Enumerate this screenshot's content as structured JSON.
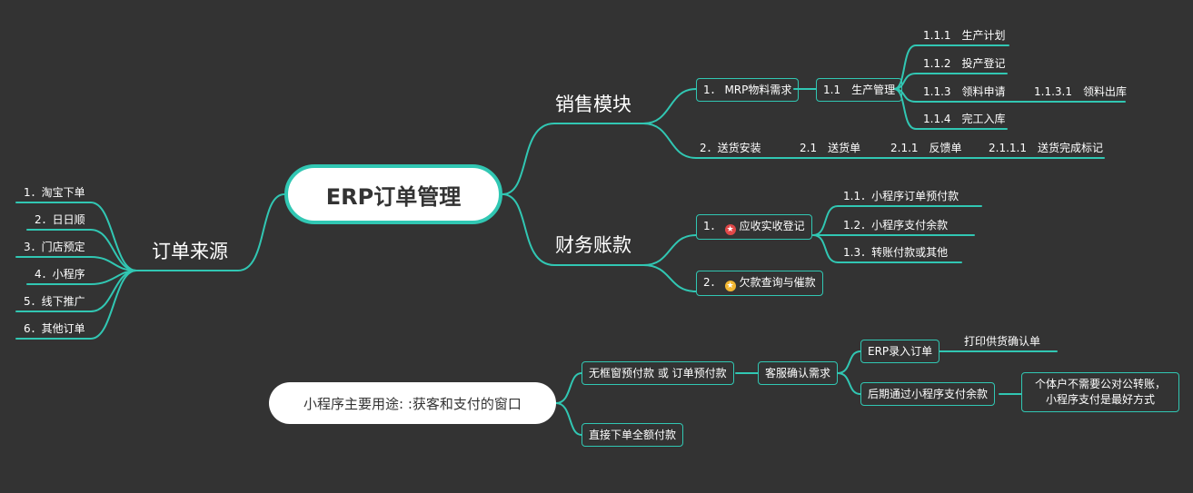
{
  "theme": {
    "background": "#333333",
    "accent": "#31c7b3",
    "node_text": "#ffffff",
    "root_fill": "#ffffff"
  },
  "root": {
    "title": "ERP订单管理"
  },
  "branches": {
    "order_source": {
      "label": "订单来源",
      "items": [
        "1．淘宝下单",
        "2．日日顺",
        "3．门店预定",
        "4．小程序",
        "5．线下推广",
        "6．其他订单"
      ]
    },
    "sales": {
      "label": "销售模块",
      "mrp": "1． MRP物料需求",
      "production": "1.1　生产管理",
      "production_items": [
        "1.1.1　生产计划",
        "1.1.2　投产登记",
        "1.1.3　领料申请",
        "1.1.4　完工入库"
      ],
      "material_out": "1.1.3.1　领料出库",
      "delivery": "2．送货安装",
      "delivery_note": "2.1　送货单",
      "feedback": "2.1.1　反馈单",
      "delivered_mark": "2.1.1.1　送货完成标记"
    },
    "finance": {
      "label": "财务账款",
      "receivable_num": "1．",
      "receivable": "应收实收登记",
      "receivable_items": [
        "1.1．小程序订单预付款",
        "1.2．小程序支付余款",
        "1.3．转账付款或其他"
      ],
      "arrears_num": "2．",
      "arrears": "欠款查询与催款",
      "red_marker_icon": "star-badge-icon",
      "gold_marker_icon": "star-badge-icon"
    }
  },
  "mini_program": {
    "title": "小程序主要用途: :获客和支付的窗口",
    "prepay": "无框窗预付款 或 订单预付款",
    "service_confirm": "客服确认需求",
    "erp_entry": "ERP录入订单",
    "print_confirm": "打印供货确认单",
    "later_pay": "后期通过小程序支付余款",
    "note_line1": "个体户不需要公对公转账，",
    "note_line2": "小程序支付是最好方式",
    "full_pay": "直接下单全额付款"
  }
}
